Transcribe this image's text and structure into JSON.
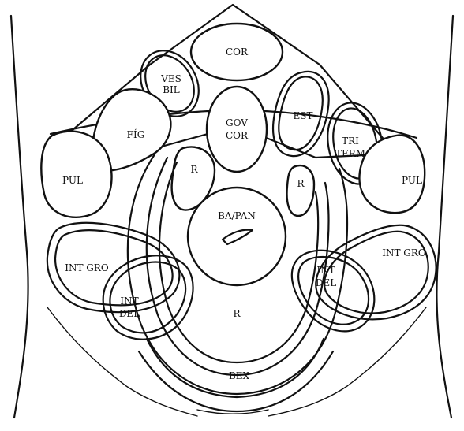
{
  "labels": {
    "cor": "COR",
    "ves_bil_1": "VES",
    "ves_bil_2": "BIL",
    "fig": "FÍG",
    "gov_cor_1": "GOV",
    "gov_cor_2": "COR",
    "est": "EST",
    "tri_term_1": "TRI",
    "term_2": "TERM",
    "pul_left": "PUL",
    "pul_right": "PUL",
    "r_left": "R",
    "r_right": "R",
    "r_lower": "R",
    "ba_pan": "BA/PAN",
    "int_gro_left": "INT GRO",
    "int_gro_right": "INT GRO",
    "int_del_left_1": "INT",
    "int_del_left_2": "DEL",
    "int_del_right_1": "INT",
    "int_del_right_2": "DEL",
    "bex": "BEX"
  }
}
